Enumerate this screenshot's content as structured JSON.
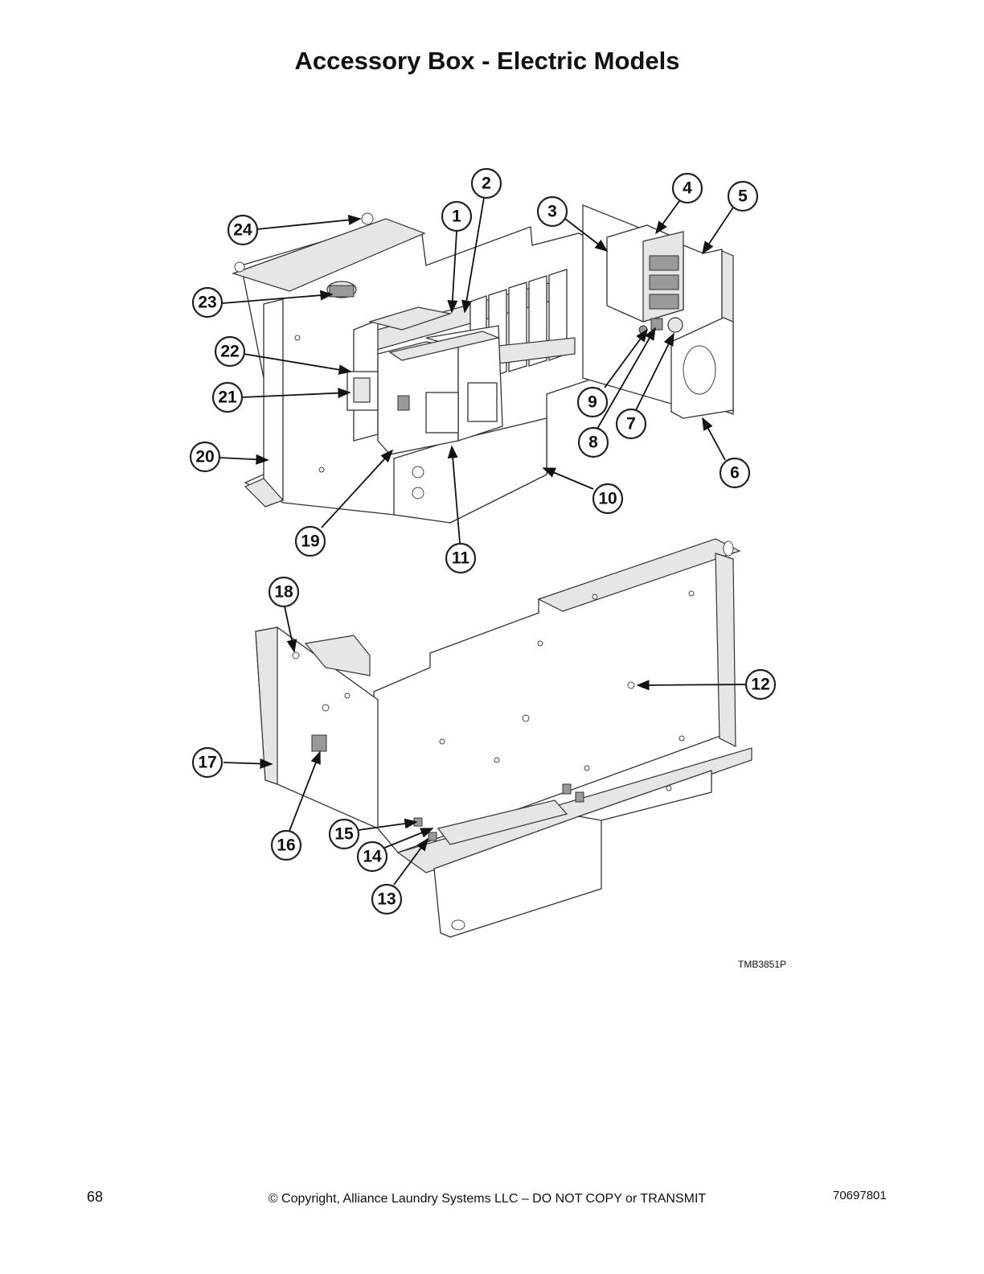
{
  "page": {
    "title": "Accessory Box - Electric Models",
    "figure_ref": "TMB3851P",
    "page_number": "68",
    "copyright": "© Copyright, Alliance Laundry Systems LLC – DO NOT COPY or TRANSMIT",
    "doc_number": "70697801"
  },
  "callouts": [
    "1",
    "2",
    "3",
    "4",
    "5",
    "6",
    "7",
    "8",
    "9",
    "10",
    "11",
    "12",
    "13",
    "14",
    "15",
    "16",
    "17",
    "18",
    "19",
    "20",
    "21",
    "22",
    "23",
    "24"
  ]
}
